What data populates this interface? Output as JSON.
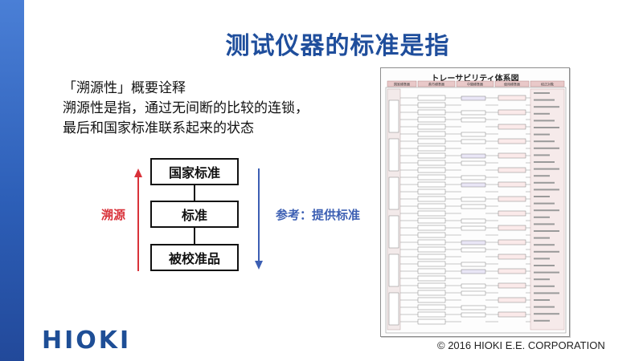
{
  "slide": {
    "title": "测试仪器的标准是指",
    "description": {
      "heading": "「溯源性」概要诠释",
      "line1": "溯源性是指，通过无间断的比较的连锁，",
      "line2": "最后和国家标准联系起来的状态"
    },
    "diagram": {
      "nodes": [
        "国家标准",
        "标准",
        "被校准品"
      ],
      "left_label": "溯源",
      "right_label": "参考：提供标准"
    },
    "traceability_image": {
      "title": "トレーサビリティ体系図",
      "column_headers": [
        "国家標準器",
        "県市標準器",
        "中間標準器",
        "使用標準器",
        "校正対象"
      ]
    },
    "logo": "HIOKI",
    "copyright": "© 2016  HIOKI E.E. CORPORATION"
  },
  "colors": {
    "title": "#1f4e9c",
    "accent_bar": "#2d5fb8",
    "trace_label": "#d9323a",
    "reference_label": "#3c5fb3",
    "logo": "#1e4e96",
    "chart_header_fill": "#e9c9c9"
  }
}
